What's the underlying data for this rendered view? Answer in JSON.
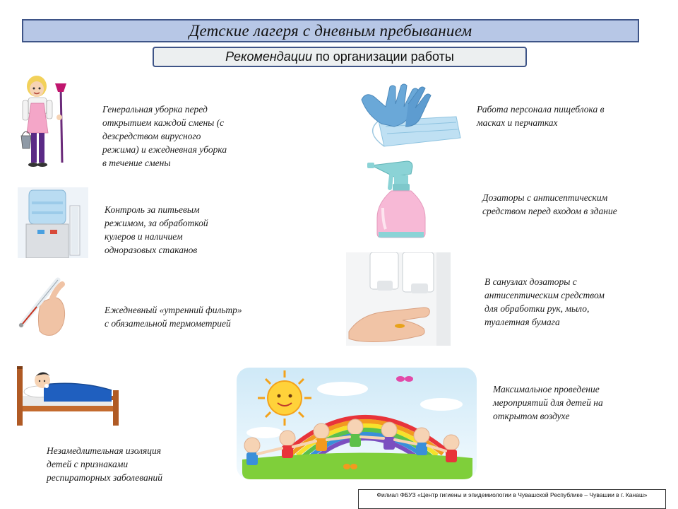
{
  "header": {
    "title": "Детские лагеря с дневным пребыванием",
    "subtitle_emphasis": "Рекомендации",
    "subtitle_rest": "по организации работы"
  },
  "items_left": [
    {
      "icon": "cleaning-lady-icon",
      "text": "Генеральная уборка  перед\nоткрытием каждой смены (с\nдезсредством  вирусного\nрежима) и ежедневная уборка\nв течение смены"
    },
    {
      "icon": "water-cooler-icon",
      "text": "Контроль за питьевым\nрежимом, за обработкой\nкулеров и наличием\nодноразовых стаканов"
    },
    {
      "icon": "thermometer-icon",
      "text": "Ежедневный «утренний фильтр»\nс обязательной термометрией"
    },
    {
      "icon": "sick-child-bed-icon",
      "text": "Незамедлительная изоляция\nдетей с признаками\nреспираторных заболеваний"
    }
  ],
  "items_right": [
    {
      "icon": "gloves-mask-icon",
      "text": "Работа персонала пищеблока в\nмасках и перчатках"
    },
    {
      "icon": "spray-bottle-icon",
      "text": "Дозаторы с  антисептическим\nсредством перед входом в здание"
    },
    {
      "icon": "dispenser-hand-icon",
      "text": "В санузлах  дозаторы с\nантисептическим средством\nдля обработки рук, мыло,\nтуалетная бумага"
    },
    {
      "icon": "children-rainbow-icon",
      "text": "Максимальное проведение\nмероприятий для детей на\nоткрытом воздухе"
    }
  ],
  "footer": {
    "text": "Филиал ФБУЗ «Центр гигиены и эпидемиологии в Чувашской Республике – Чувашии в г. Канаш»"
  }
}
